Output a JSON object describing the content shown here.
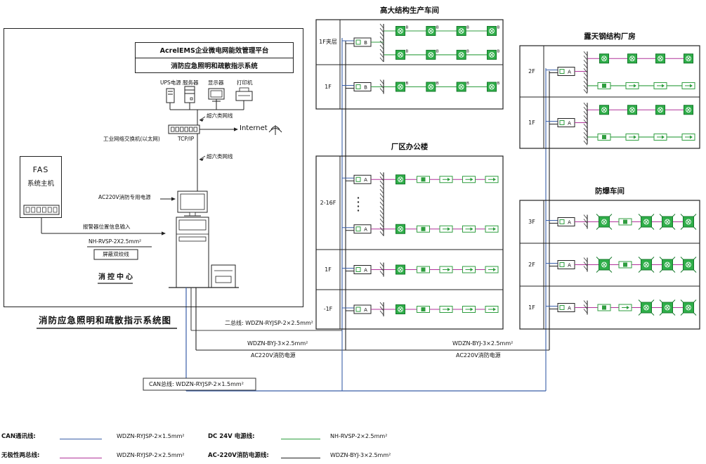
{
  "colors": {
    "can_blue": "#3a5fa8",
    "dc_green": "#2f9e3f",
    "bus_magenta": "#b03399",
    "ac_black": "#222222",
    "two_bus_dark": "#444444",
    "lamp_fill": "#2fae49",
    "lamp_stroke": "#14792a"
  },
  "device_types": {
    "L": "emergency-luminaire",
    "E": "exit-indicator",
    "A": "direction-sign",
    "X": "explosion-proof-luminaire"
  },
  "control_center": {
    "platform_line1": "AcrelEMS企业微电网能效管理平台",
    "platform_line2": "消防应急照明和疏散指示系统",
    "device_labels": [
      "UPS电源",
      "服务器",
      "显示器",
      "打印机"
    ],
    "cat6_top": "超六类网线",
    "cat6_bottom": "超六类网线",
    "switch_label": "工业网络交换机(以太网)",
    "tcpip_label": "TCP/IP",
    "internet_label": "Internet",
    "fas_line1": "FAS",
    "fas_line2": "系统主机",
    "ac220_label": "AC220V消防专用电源",
    "alarm_label": "报警器位置信息输入",
    "cable_spec": "NH-RVSP-2X2.5mm²",
    "shielded_label": "屏蔽双绞线",
    "room_label": "消控中心",
    "diagram_title": "消防应急照明和疏散指示系统图"
  },
  "buildings": [
    {
      "title": "高大结构生产车间",
      "floors": [
        {
          "label": "1F夹层",
          "module": "B",
          "rows": [
            {
              "wire": "green",
              "tag": "B",
              "devices": [
                "L",
                "L",
                "L",
                "L"
              ]
            },
            {
              "wire": "green",
              "tag": "B",
              "devices": [
                "L",
                "L",
                "L",
                "L"
              ]
            }
          ]
        },
        {
          "label": "1F",
          "module": "B",
          "rows": [
            {
              "wire": "green",
              "tag": "B",
              "devices": [
                "L",
                "L",
                "L",
                "L"
              ]
            }
          ]
        }
      ]
    },
    {
      "title": "厂区办公楼",
      "floors": [
        {
          "label": "2-16F",
          "dots": true,
          "rows": [
            {
              "module": "A",
              "wire": "magenta",
              "devices": [
                "L",
                "E",
                "A",
                "A",
                "A"
              ]
            },
            {
              "module": "A",
              "wire": "magenta",
              "devices": [
                "L",
                "E",
                "A",
                "A",
                "A"
              ]
            }
          ]
        },
        {
          "label": "1F",
          "rows": [
            {
              "module": "A",
              "wire": "magenta",
              "devices": [
                "L",
                "E",
                "A",
                "A",
                "A"
              ]
            }
          ]
        },
        {
          "label": "-1F",
          "rows": [
            {
              "module": "A",
              "wire": "magenta",
              "devices": [
                "L",
                "E",
                "A",
                "A",
                "A"
              ]
            }
          ]
        }
      ]
    },
    {
      "title": "露天钢结构厂房",
      "floors": [
        {
          "label": "2F",
          "module": "A",
          "rows": [
            {
              "wire": "magenta",
              "devices": [
                "L",
                "L",
                "L",
                "L"
              ]
            },
            {
              "wire": "green",
              "devices": [
                "E",
                "A",
                "A",
                "A"
              ]
            }
          ]
        },
        {
          "label": "1F",
          "module": "A",
          "rows": [
            {
              "wire": "magenta",
              "devices": [
                "L",
                "L",
                "L",
                "L"
              ]
            },
            {
              "wire": "green",
              "devices": [
                "E",
                "A",
                "A",
                "A"
              ]
            }
          ]
        }
      ]
    },
    {
      "title": "防爆车间",
      "floors": [
        {
          "label": "3F",
          "rows": [
            {
              "module": "A",
              "wire": "magenta",
              "devices": [
                "X",
                "E",
                "X",
                "X",
                "X"
              ]
            }
          ]
        },
        {
          "label": "2F",
          "rows": [
            {
              "module": "A",
              "wire": "magenta",
              "devices": [
                "X",
                "E",
                "X",
                "X",
                "X"
              ]
            }
          ]
        },
        {
          "label": "1F",
          "rows": [
            {
              "module": "A",
              "wire": "magenta",
              "devices": [
                "E",
                "A",
                "X",
                "X",
                "X"
              ]
            }
          ]
        }
      ]
    }
  ],
  "bus_labels": {
    "two_bus": "二总线: WDZN-RYJSP-2×2.5mm²",
    "byj_left_spec": "WDZN-BYJ-3×2.5mm²",
    "byj_left_power": "AC220V消防电源",
    "byj_right_spec": "WDZN-BYJ-3×2.5mm²",
    "byj_right_power": "AC220V消防电源",
    "can_bus": "CAN总线: WDZN-RYJSP-2×1.5mm²"
  },
  "legend": [
    {
      "label": "CAN通讯线:",
      "spec": "WDZN-RYJSP-2×1.5mm²",
      "color": "#3a5fa8"
    },
    {
      "label": "DC 24V 电源线:",
      "spec": "NH-RVSP-2×2.5mm²",
      "color": "#2f9e3f"
    },
    {
      "label": "无极性两总线:",
      "spec": "WDZN-RYJSP-2×2.5mm²",
      "color": "#b03399"
    },
    {
      "label": "AC-220V消防电源线:",
      "spec": "WDZN-BYJ-3×2.5mm²",
      "color": "#222222"
    }
  ]
}
